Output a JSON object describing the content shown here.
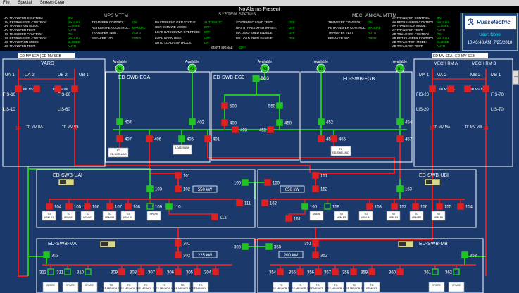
{
  "menu": [
    "File",
    "Special",
    "Screen Clean"
  ],
  "alarm": "No Alarms Present",
  "headers": {
    "ups": "UPS MTTM",
    "system": "SYSTEM STATUS",
    "mech": "MECHANICAL MTTM"
  },
  "status_left": [
    [
      "UAI TRANSFER CONTROL:",
      "ON"
    ],
    [
      "UAI RETRANSFER CONTROL:",
      "MANUAL"
    ],
    [
      "UAI TRANSITION MODE:",
      "CLOSED"
    ],
    [
      "UAI TRANSFER TEST:",
      "AUTO"
    ],
    [
      "UBI TRANSFER CONTROL:",
      "ON"
    ],
    [
      "UBI RETRANSFER CONTROL:",
      "MANUAL"
    ],
    [
      "UBI TRANSITION MODE:",
      "CLOSED"
    ],
    [
      "UBI TRANSFER TEST:",
      "AUTO"
    ]
  ],
  "status_ups": [
    [
      "TRANSFER CONTROL:",
      "ON"
    ],
    [
      "RETRANSFER CONTROL:",
      "MANUAL"
    ],
    [
      "TRANSFER TEST:",
      "AUTO"
    ],
    [
      "BREAKER 100:",
      "OPEN"
    ]
  ],
  "status_sys1": [
    [
      "MASTER ENG GEN STATUS:",
      "AUTOMATIC"
    ],
    [
      "GEN DEMAND MODE:",
      "OFF"
    ],
    [
      "LOAD BANK DUMP OVERRIDE:",
      "OFF"
    ],
    [
      "LOAD BANK TEST:",
      "OFF"
    ],
    [
      "AUTO LOAD CONTROLS:",
      "ON"
    ]
  ],
  "status_sys2": [
    [
      "SYSTEM NO LOAD TEST:",
      "OFF"
    ],
    [
      "UPS BYPASS XFER INHIBIT:",
      "OFF"
    ],
    [
      "MA LOAD SHED ENABLE:",
      "OFF"
    ],
    [
      "MB LOAD SHED ENABLE:",
      "OFF"
    ]
  ],
  "start_signal": [
    "START SIGNAL:",
    "OFF"
  ],
  "status_mech": [
    [
      "TRANSFER CONTROL:",
      "ON"
    ],
    [
      "RETRANSFER CONTROL:",
      "MANUAL"
    ],
    [
      "TRANSFER TEST:",
      "AUTO"
    ],
    [
      "BREAKER 300:",
      "OPEN"
    ]
  ],
  "status_right": [
    [
      "MA TRANSFER CONTROL:",
      "ON"
    ],
    [
      "MA RETRANSFER CONTROL:",
      "MANUAL"
    ],
    [
      "MA TRANSITION MODE:",
      "CLOSED"
    ],
    [
      "MA TRANSFER TEST:",
      "AUTO"
    ],
    [
      "MB TRANSFER CONTROL:",
      "ON"
    ],
    [
      "MB RETRANSFER CONTROL:",
      "MANUAL"
    ],
    [
      "MB TRANSITION MODE:",
      "CLOSED"
    ],
    [
      "MB TRANSFER TEST:",
      "AUTO"
    ]
  ],
  "logo_text": "Russelectric",
  "user": "User: None",
  "time": "10:43:48 AM",
  "date": "7/25/2018",
  "side_tab": "⇦",
  "yard_label": "YARD",
  "sea_left": "ED-MV-SEA",
  "seb_left": "ED-MV-SEB",
  "sea_right": "ED-MV-SEA",
  "seb_right": "ED-MV-SEB",
  "swb_labels": {
    "ega": "ED-SWB-EGA",
    "eg3": "ED-SWB-EG3",
    "egb": "ED-SWB-EGB",
    "uai": "ED-SWB-UAI",
    "ubi": "ED-SWB-UBI",
    "ma": "ED-SWB-MA",
    "mb": "ED-SWB-MB"
  },
  "mech_ma": "MECH RM A",
  "mech_mb": "MECH RM B",
  "gens": [
    {
      "id": "A1",
      "status": "Available"
    },
    {
      "id": "A2",
      "status": "Available"
    },
    {
      "id": "A3",
      "status": "Available"
    },
    {
      "id": "B2",
      "status": "Available"
    },
    {
      "id": "B1",
      "status": "Available"
    }
  ],
  "yard_left": [
    "UA-1",
    "UA-2",
    "UB-2",
    "UB-1",
    "ED-MV-UA",
    "ED-MV-UB",
    "FIS-10",
    "FIS-60",
    "LIS-10",
    "LIS-60",
    "TF-MV-UA",
    "TF-MV-UB"
  ],
  "yard_right": [
    "MA-1",
    "MA-2",
    "MB-2",
    "MB-1",
    "ED-MV-MA",
    "ED-MV-MB",
    "FIS-20",
    "FIS-70",
    "LIS-20",
    "LIS-70",
    "TF-MV-MA",
    "TF-MV-MB"
  ],
  "kw": {
    "uai": "550 kW",
    "ubi": "650 kW",
    "ma": "225 kW",
    "mb": "200 kW"
  },
  "loads": {
    "to_uao": [
      "TO",
      "ED-SWB-UAO"
    ],
    "load_bank": "LOAD BANK",
    "to_ubo": [
      "TO",
      "ED-SWB-UBO"
    ],
    "uai_row": [
      "TO UPM-A1",
      "TO UPM-A2",
      "TO UPM-A3",
      "TO UPM-A4",
      "TO UPM-A5",
      "SPARE"
    ],
    "ubi_row": [
      "SPARE",
      "TO UPM-B5",
      "TO UPM-B4",
      "TO UPM-B3",
      "TO UPM-B2",
      "TO UPM-B1"
    ],
    "ma_row": [
      "SPARE",
      "SPARE",
      "SPARE",
      "TO EF-MP MCA-1",
      "TO EF-MP MCA-2",
      "TO EF-MP MCA-3",
      "TO EF-MP MCA-4",
      "TO EF-MP MCA-5",
      "TO EF-MP MCA-6"
    ],
    "mb_row": [
      "TO EF-MP MCB-1",
      "TO EF-MP MCB-2",
      "TO EF-MP MCB-3",
      "TO EF-MP MCB-4",
      "TO EF-MP MCB-5",
      "TO EDMCCS",
      "SPARE",
      "SPARE"
    ]
  },
  "breaker_numbers": {
    "egs": [
      "404",
      "407",
      "406",
      "405",
      "402",
      "401",
      "500",
      "550",
      "400",
      "403",
      "453",
      "450",
      "452",
      "451",
      "455",
      "454",
      "457"
    ],
    "uai": [
      "101",
      "102",
      "100",
      "103",
      "104",
      "105",
      "106",
      "107",
      "108",
      "109",
      "110",
      "111",
      "112"
    ],
    "ubi": [
      "150",
      "151",
      "152",
      "153",
      "154",
      "155",
      "156",
      "157",
      "158",
      "159",
      "160",
      "161",
      "162"
    ],
    "ma": [
      "300",
      "301",
      "302",
      "303",
      "304",
      "305",
      "306",
      "307",
      "308",
      "309",
      "310",
      "311",
      "312"
    ],
    "mb": [
      "350",
      "351",
      "352",
      "353",
      "354",
      "355",
      "356",
      "357",
      "358",
      "359",
      "360",
      "361",
      "362"
    ],
    "eg3": "EG3"
  },
  "colors": {
    "background": "#1b3a6b",
    "closed": "#22c422",
    "open": "#e02020",
    "energized": "#22c422",
    "deenergized": "#e02020"
  }
}
